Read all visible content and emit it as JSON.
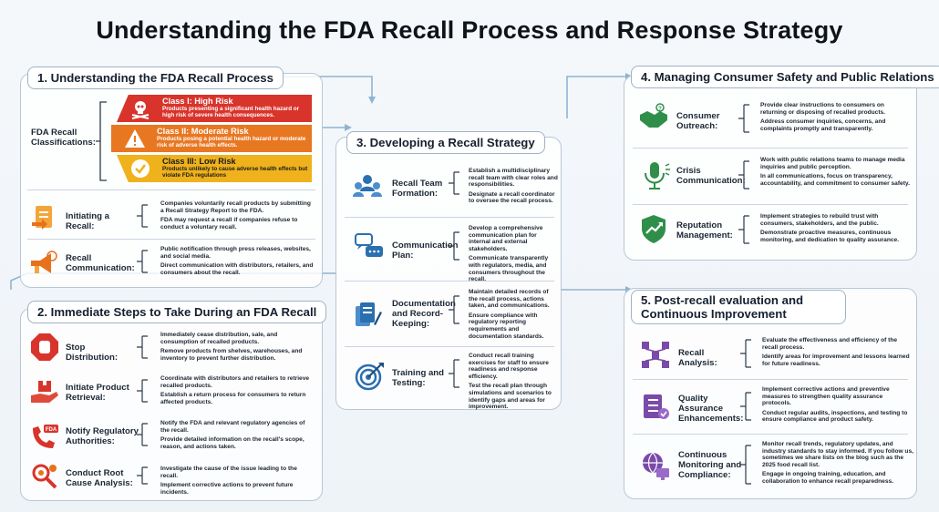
{
  "title": "Understanding the FDA Recall Process and Response Strategy",
  "s1": {
    "heading": "1. Understanding the FDA Recall Process",
    "fda_label": "FDA Recall Classifications:",
    "classes": [
      {
        "title": "Class I: High Risk",
        "desc": "Products presenting a significant health hazard or high risk of severe health consequences.",
        "color": "#d8342b",
        "icon": "skull-icon"
      },
      {
        "title": "Class II: Moderate Risk",
        "desc": "Products posing a potential health hazard or moderate risk of adverse health effects.",
        "color": "#e87722",
        "icon": "warning-icon"
      },
      {
        "title": "Class III: Low Risk",
        "desc": "Products unlikely to cause adverse health effects but violate FDA regulations",
        "color": "#efb21c",
        "icon": "check-icon"
      }
    ],
    "items": [
      {
        "label": "Initiating a Recall:",
        "icon": "document-arrow-icon",
        "bullets": [
          "Companies voluntarily recall products by submitting a Recall Strategy Report to the FDA.",
          "FDA may request a recall if companies refuse to conduct a voluntary recall."
        ]
      },
      {
        "label": "Recall Communication:",
        "icon": "megaphone-icon",
        "bullets": [
          "Public notification through press releases, websites, and social media.",
          "Direct communication with distributors, retailers, and consumers about the recall."
        ]
      }
    ]
  },
  "s2": {
    "heading": "2. Immediate Steps to Take During an FDA Recall",
    "items": [
      {
        "label": "Stop Distribution:",
        "icon": "stop-hand-icon",
        "bullets": [
          "Immediately cease distribution, sale, and consumption of recalled products.",
          "Remove products from shelves, warehouses, and inventory to prevent further distribution."
        ]
      },
      {
        "label": "Initiate Product Retrieval:",
        "icon": "box-hand-icon",
        "bullets": [
          "Coordinate with distributors and retailers to retrieve recalled products.",
          "Establish a return process for consumers to return affected products."
        ]
      },
      {
        "label": "Notify Regulatory Authorities:",
        "icon": "phone-fda-icon",
        "badge": "FDA",
        "bullets": [
          "Notify the FDA and relevant regulatory agencies of the recall.",
          "Provide detailed information on the recall's scope, reason, and actions taken."
        ]
      },
      {
        "label": "Conduct Root Cause Analysis:",
        "icon": "magnifier-gears-icon",
        "bullets": [
          "Investigate the cause of the issue leading to the recall.",
          "Implement corrective actions to prevent future incidents."
        ]
      }
    ]
  },
  "s3": {
    "heading": "3. Developing a Recall Strategy",
    "items": [
      {
        "label": "Recall Team Formation:",
        "icon": "team-icon",
        "bullets": [
          "Establish a multidisciplinary recall team with clear roles and responsibilities.",
          "Designate a recall coordinator to oversee the recall process."
        ]
      },
      {
        "label": "Communication Plan:",
        "icon": "chat-bubbles-icon",
        "bullets": [
          "Develop a comprehensive communication plan for internal and external stakeholders.",
          "Communicate transparently with regulators, media, and consumers throughout the recall."
        ]
      },
      {
        "label": "Documentation and Record-Keeping:",
        "icon": "documents-pen-icon",
        "bullets": [
          "Maintain detailed records of the recall process, actions taken, and communications.",
          "Ensure compliance with regulatory reporting requirements and documentation standards."
        ]
      },
      {
        "label": "Training and Testing:",
        "icon": "target-icon",
        "bullets": [
          "Conduct recall training exercises for staff to ensure readiness and response efficiency.",
          "Test the recall plan through simulations and scenarios to identify gaps and areas for improvement."
        ]
      }
    ]
  },
  "s4": {
    "heading": "4. Managing Consumer Safety and Public Relations",
    "items": [
      {
        "label": "Consumer Outreach:",
        "icon": "handshake-icon",
        "bullets": [
          "Provide clear instructions to consumers on returning or disposing of recalled products.",
          "Address consumer inquiries, concerns, and complaints promptly and transparently."
        ]
      },
      {
        "label": "Crisis Communication:",
        "icon": "microphone-icon",
        "bullets": [
          "Work with public relations teams to manage media inquiries and public perception.",
          "In all communications, focus on transparency, accountability, and commitment to consumer safety."
        ]
      },
      {
        "label": "Reputation Management:",
        "icon": "shield-arrow-icon",
        "bullets": [
          "Implement strategies to rebuild trust with consumers, stakeholders, and the public.",
          "Demonstrate proactive measures, continuous monitoring, and dedication to quality assurance."
        ]
      }
    ]
  },
  "s5": {
    "heading": "5. Post-recall evaluation and Continuous Improvement",
    "items": [
      {
        "label": "Recall Analysis:",
        "icon": "flowchart-icon",
        "bullets": [
          "Evaluate the effectiveness and efficiency of the recall process.",
          "Identify areas for improvement and lessons learned for future readiness."
        ]
      },
      {
        "label": "Quality Assurance Enhancements:",
        "icon": "checklist-badge-icon",
        "bullets": [
          "Implement corrective actions and preventive measures to strengthen quality assurance protocols.",
          "Conduct regular audits, inspections, and testing to ensure compliance and product safety."
        ]
      },
      {
        "label": "Continuous Monitoring and Compliance:",
        "icon": "globe-monitor-icon",
        "bullets": [
          "Monitor recall trends, regulatory updates, and industry standards to stay informed. If you follow us, sometimes we share lists on the blog such as the 2025 food recall list.",
          "Engage in ongoing training, education, and collaboration to enhance recall preparedness."
        ]
      }
    ]
  },
  "colors": {
    "border": "#b8c7d6",
    "connector": "#8fb4cf",
    "bracket": "#2b3a4a"
  }
}
